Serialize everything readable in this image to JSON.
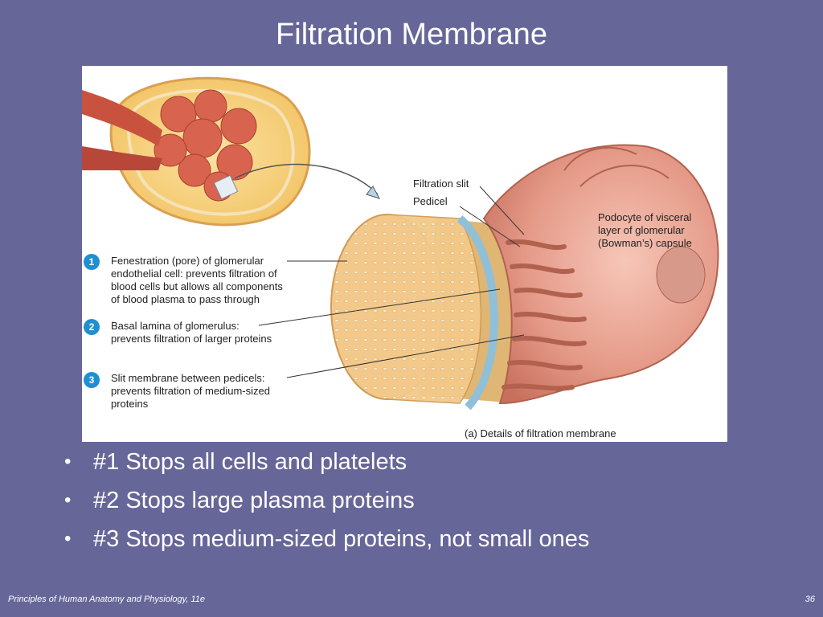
{
  "slide": {
    "title": "Filtration Membrane",
    "footer_left": "Principles of Human Anatomy and Physiology, 11e",
    "page_number": "36"
  },
  "figure": {
    "caption": "(a) Details of filtration membrane",
    "labels": {
      "filtration_slit": "Filtration slit",
      "pedicel": "Pedicel",
      "podocyte": "Podocyte of visceral\nlayer of glomerular\n(Bowman’s) capsule"
    },
    "callouts": [
      {
        "number": "1",
        "text": "Fenestration (pore) of glomerular\nendothelial cell: prevents filtration of\nblood cells but allows all components\nof blood plasma to pass through"
      },
      {
        "number": "2",
        "text": "Basal lamina of glomerulus:\nprevents filtration of larger proteins"
      },
      {
        "number": "3",
        "text": "Slit membrane between pedicels:\nprevents filtration of medium-sized\nproteins"
      }
    ]
  },
  "bullets": [
    "#1 Stops all cells and platelets",
    "#2 Stops large plasma proteins",
    "#3 Stops medium-sized proteins, not small ones"
  ],
  "colors": {
    "background": "#666699",
    "badge": "#1f8fd1"
  }
}
